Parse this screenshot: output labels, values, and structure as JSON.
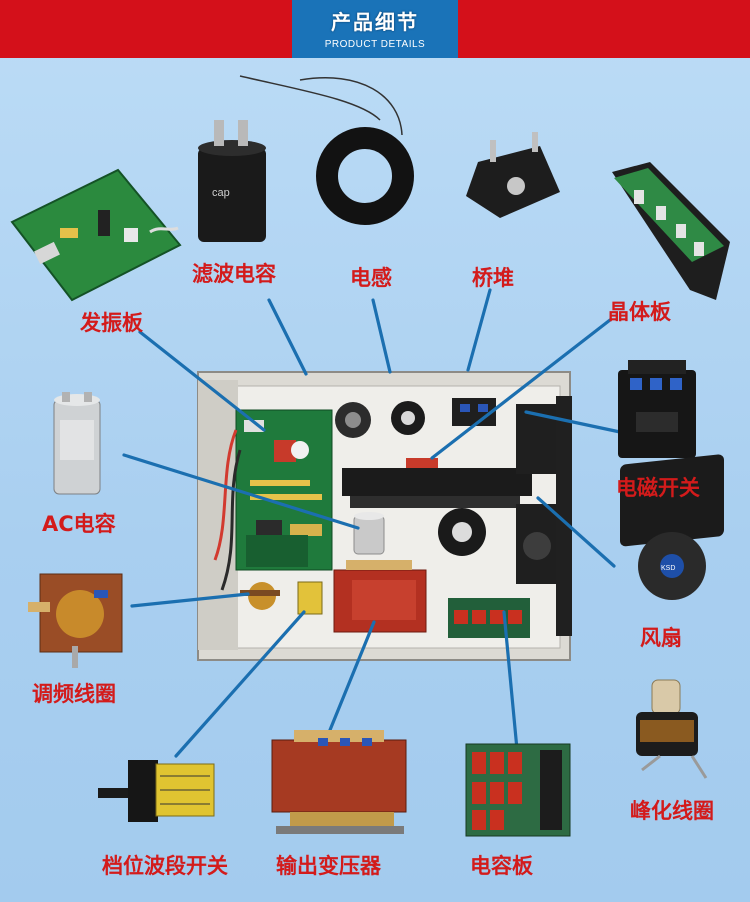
{
  "header": {
    "title": "产品细节",
    "subtitle": "PRODUCT DETAILS"
  },
  "labels": {
    "filter_cap": "滤波电容",
    "inductor": "电感",
    "bridge": "桥堆",
    "oscillator": "发振板",
    "crystal": "晶体板",
    "contactor": "电磁开关",
    "ac_cap": "AC电容",
    "fan": "风扇",
    "tuning_coil": "调频线圈",
    "peak_coil": "峰化线圈",
    "switch": "档位波段开关",
    "transformer": "输出变压器",
    "cap_board": "电容板"
  },
  "component_marks": {
    "capacitor_brand": "cap",
    "fan_badge": "KSD"
  },
  "colors": {
    "banner_red": "#d4101a",
    "header_blue": "#1a73b8",
    "label_red": "#d31b1b",
    "leader_blue": "#1b6fb0"
  }
}
